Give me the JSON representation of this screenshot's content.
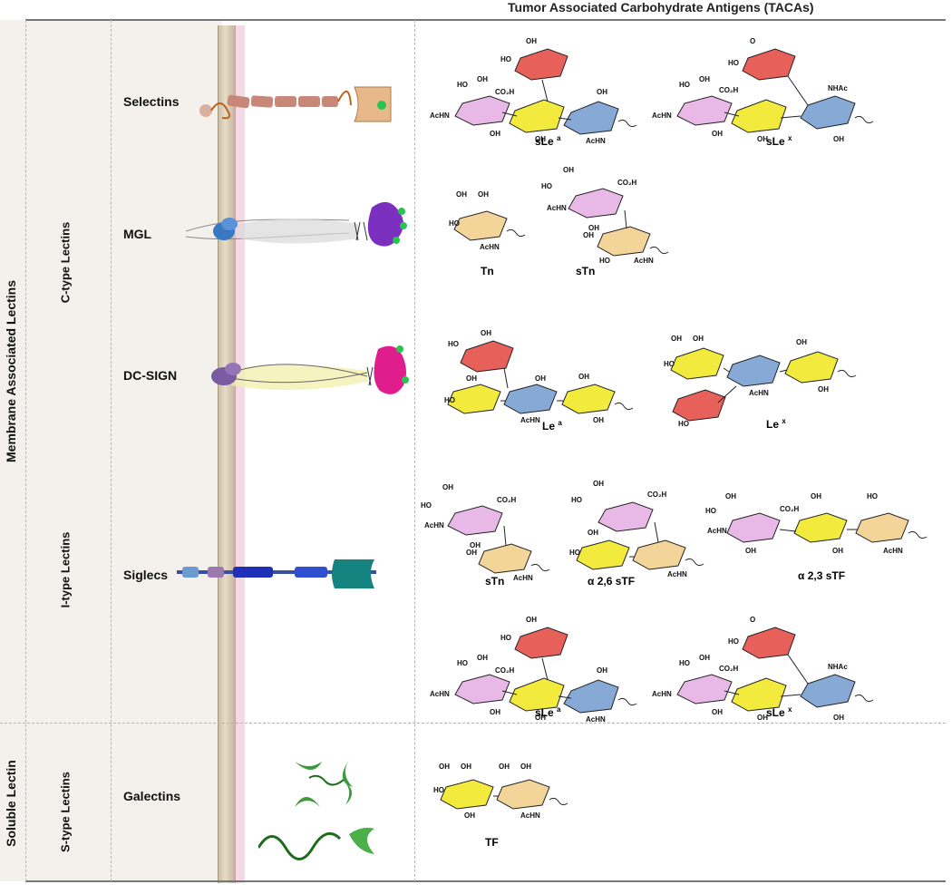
{
  "header": {
    "title": "Tumor Associated Carbohydrate Antigens (TACAs)"
  },
  "axis": {
    "membrane": "Membrane Associated Lectins",
    "soluble": "Soluble Lectin"
  },
  "groups": {
    "c_type": "C-type Lectins",
    "i_type": "I-type Lectins",
    "s_type": "S-type Lectins"
  },
  "lectins": {
    "selectins": "Selectins",
    "mgl": "MGL",
    "dcsign": "DC-SIGN",
    "siglecs": "Siglecs",
    "galectins": "Galectins"
  },
  "antigens": {
    "sLea_1": {
      "name": "sLe",
      "sup": "a"
    },
    "sLex_1": {
      "name": "sLe",
      "sup": "x"
    },
    "tn": {
      "name": "Tn"
    },
    "stn_1": {
      "name": "sTn"
    },
    "lea": {
      "name": "Le",
      "sup": "a"
    },
    "lex": {
      "name": "Le",
      "sup": "x"
    },
    "stn_2": {
      "name": "sTn"
    },
    "a26stf": {
      "name": "α 2,6 sTF"
    },
    "a23stf": {
      "name": "α 2,3 sTF"
    },
    "sLea_2": {
      "name": "sLe",
      "sup": "a"
    },
    "sLex_2": {
      "name": "sLe",
      "sup": "x"
    },
    "tf": {
      "name": "TF"
    }
  },
  "atoms": {
    "oh": "OH",
    "ho": "HO",
    "acnh": "AcHN",
    "nhac": "NHAc",
    "co2h": "CO₂H",
    "o": "O"
  },
  "colors": {
    "sialic": "#e8b8e6",
    "galactose": "#f2ea3c",
    "glcnac": "#86a9d6",
    "fucose": "#e8605a",
    "galnac": "#f3d59a",
    "membrane": "#d9ccb5",
    "background_panel": "#f3efe8"
  }
}
